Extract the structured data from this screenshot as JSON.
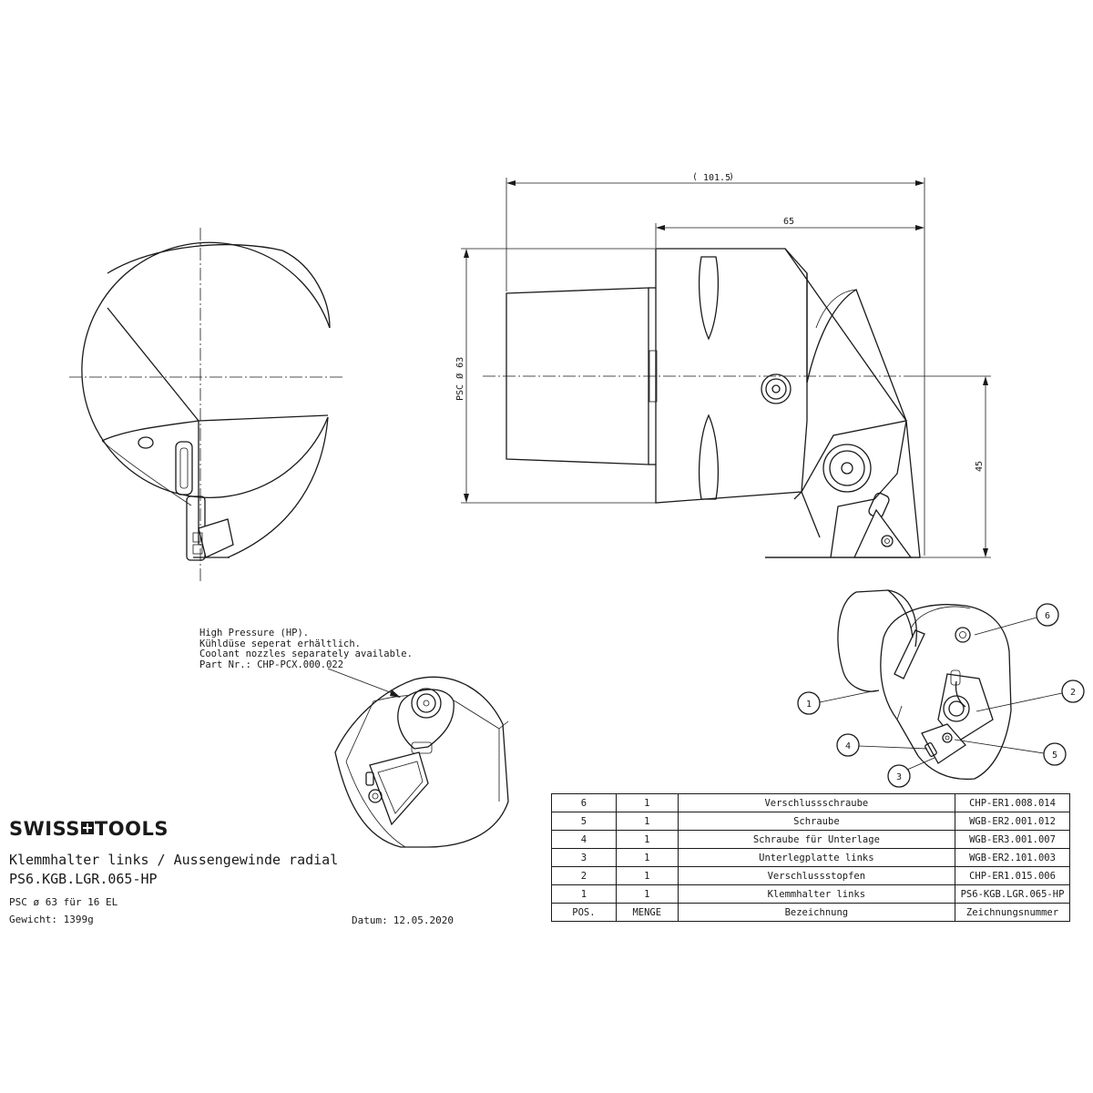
{
  "dimensions": {
    "overall_length": "101.5",
    "head_length": "65",
    "psc_label": "PSC Ø 63",
    "height_45": "45"
  },
  "note": {
    "lines": [
      "High Pressure (HP).",
      "Kühldüse seperat erhältlich.",
      "Coolant nozzles separately available.",
      "Part Nr.: CHP-PCX.000.022"
    ]
  },
  "brand": {
    "left": "SWISS",
    "right": "TOOLS"
  },
  "title": {
    "line1": "Klemmhalter links / Aussengewinde radial",
    "line2": "PS6.KGB.LGR.065-HP",
    "psc": "PSC ø 63 für 16 EL",
    "weight": "Gewicht: 1399g",
    "date_label": "Datum:",
    "date_value": "12.05.2020"
  },
  "balloons": [
    "1",
    "2",
    "3",
    "4",
    "5",
    "6"
  ],
  "bom": {
    "rows": [
      [
        "6",
        "1",
        "Verschlussschraube",
        "CHP-ER1.008.014"
      ],
      [
        "5",
        "1",
        "Schraube",
        "WGB-ER2.001.012"
      ],
      [
        "4",
        "1",
        "Schraube für Unterlage",
        "WGB-ER3.001.007"
      ],
      [
        "3",
        "1",
        "Unterlegplatte links",
        "WGB-ER2.101.003"
      ],
      [
        "2",
        "1",
        "Verschlussstopfen",
        "CHP-ER1.015.006"
      ],
      [
        "1",
        "1",
        "Klemmhalter links",
        "PS6-KGB.LGR.065-HP"
      ]
    ],
    "header": [
      "POS.",
      "MENGE",
      "Bezeichnung",
      "Zeichnungsnummer"
    ]
  }
}
